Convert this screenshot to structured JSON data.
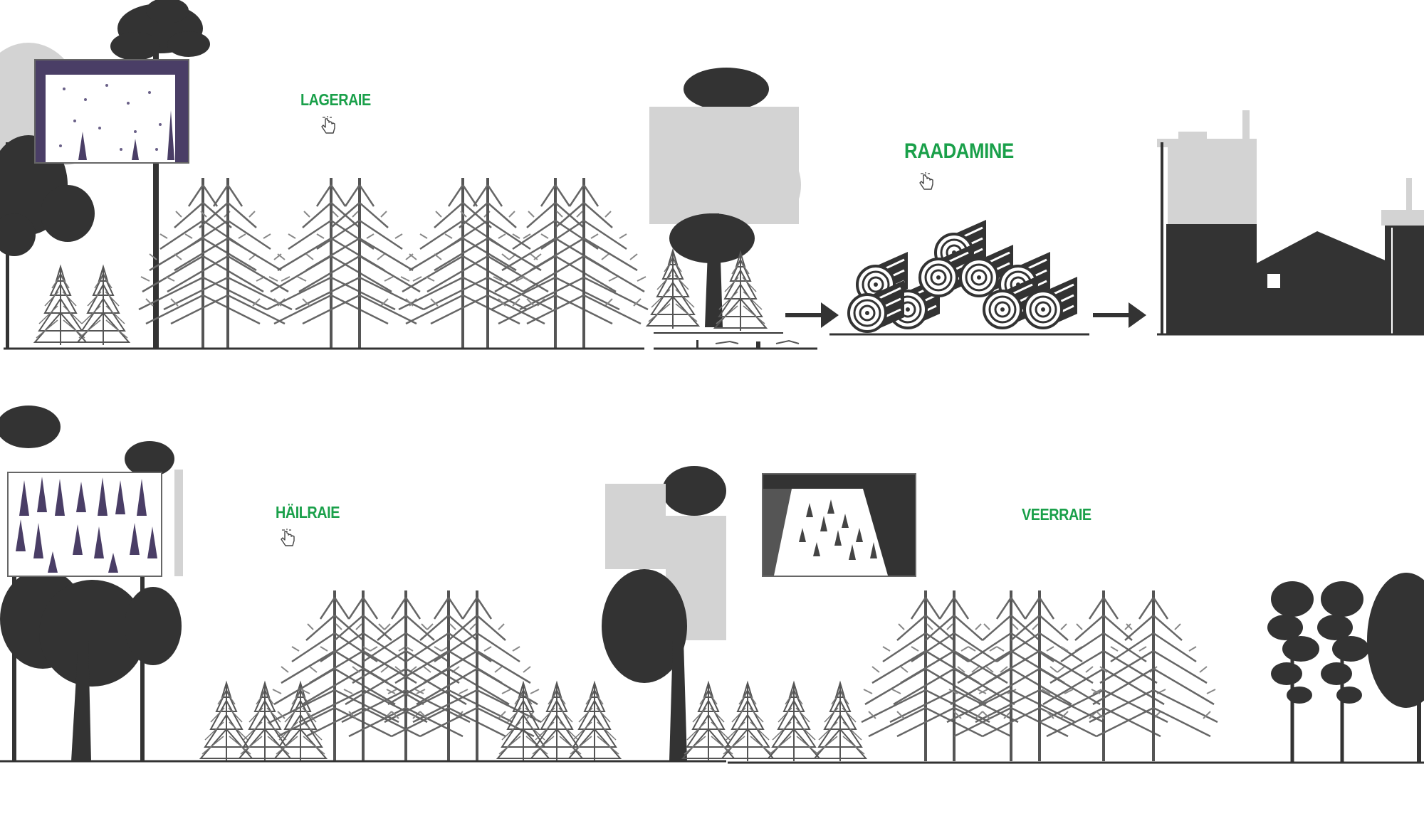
{
  "labels": {
    "lageraie": "LAGERAIE",
    "raadamine": "RAADAMINE",
    "hailraie": "HÄILRAIE",
    "veerraie": "VEERRAIE"
  },
  "icons": {
    "hand": "pointing-hand-icon",
    "arrow": "arrow-right-icon",
    "logs": "log-pile-icon",
    "factory": "factory-silhouette"
  },
  "colors": {
    "label_green": "#1aa04a",
    "tree_dark": "#333333",
    "tree_light": "#cfcfcf",
    "pine_gray": "#666666",
    "thumb_purple": "#4a3e66"
  }
}
